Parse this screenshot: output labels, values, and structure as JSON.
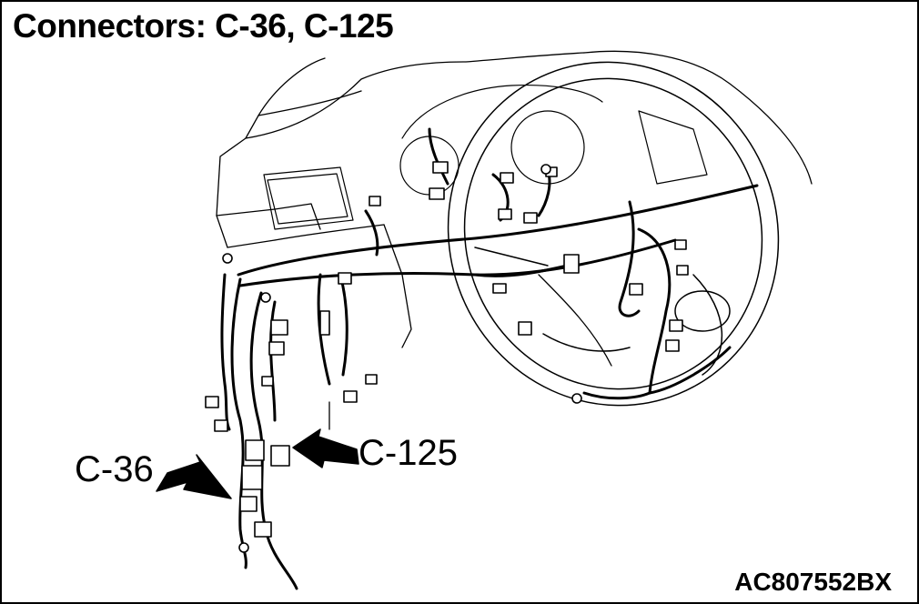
{
  "diagram": {
    "title": "Connectors: C-36, C-125",
    "figure_code": "AC807552BX",
    "callouts": {
      "c36": "C-36",
      "c125": "C-125"
    }
  }
}
